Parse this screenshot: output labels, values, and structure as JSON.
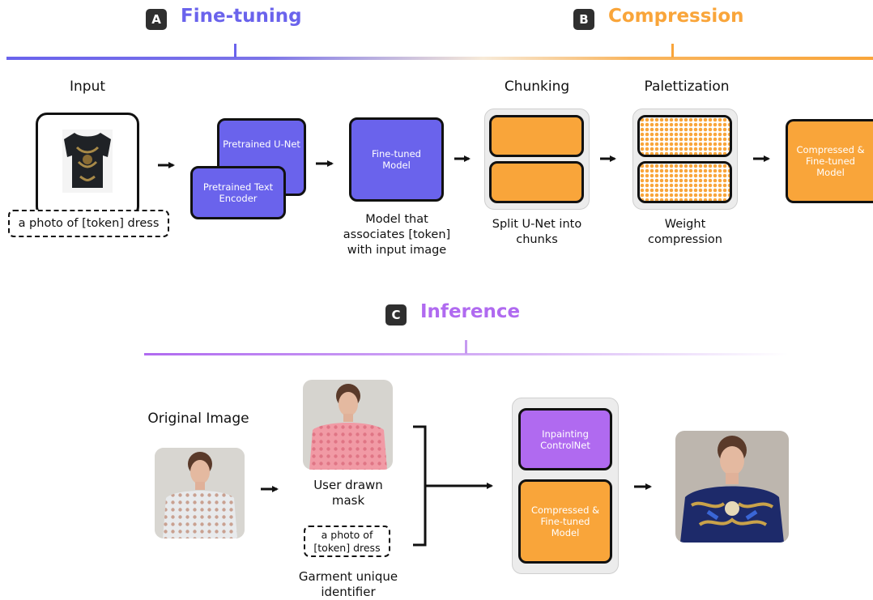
{
  "sections": {
    "a": {
      "badge": "A",
      "title": "Fine-tuning",
      "color": "#6a63ec"
    },
    "b": {
      "badge": "B",
      "title": "Compression",
      "color": "#f9a53a"
    },
    "c": {
      "badge": "C",
      "title": "Inference",
      "color": "#b06af0"
    }
  },
  "finetune": {
    "input_label": "Input",
    "prompt": "a photo of [token] dress",
    "pretrained_unet": "Pretrained U-Net",
    "pretrained_text_encoder": "Pretrained Text Encoder",
    "finetuned_model": "Fine-tuned Model",
    "finetuned_caption": "Model that associates [token] with input image"
  },
  "compression": {
    "chunking_label": "Chunking",
    "chunking_caption": "Split U-Net into chunks",
    "palettization_label": "Palettization",
    "palettization_caption": "Weight compression",
    "compressed_model": "Compressed & Fine-tuned Model"
  },
  "inference": {
    "original_image_label": "Original Image",
    "mask_caption": "User drawn mask",
    "prompt": "a photo of [token] dress",
    "prompt_caption": "Garment unique identifier",
    "controlnet": "Inpainting ControlNet",
    "compressed_model": "Compressed & Fine-tuned Model"
  }
}
